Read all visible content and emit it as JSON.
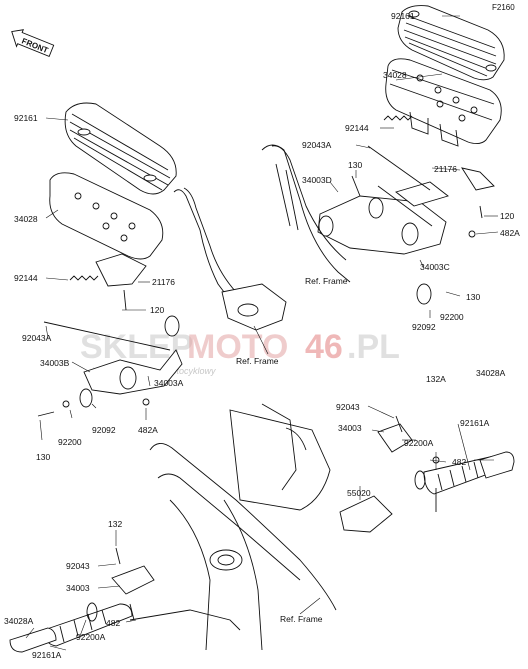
{
  "figure_code": "F2160",
  "front_label": "FRONT",
  "watermark": {
    "brand_a": "SKLEP",
    "brand_b": "MOTO",
    "brand_c": "46",
    "brand_d": ".PL",
    "tagline": "internetowy sklep motocyklowy"
  },
  "part_labels": [
    "92161",
    "34028",
    "92144",
    "92043A",
    "130",
    "34003D",
    "21176",
    "120",
    "482A",
    "34003C",
    "Ref. Frame",
    "130",
    "92200",
    "92092",
    "92161",
    "34028",
    "92144",
    "21176",
    "120",
    "92043A",
    "34003B",
    "34003A",
    "Ref. Frame",
    "92092",
    "482A",
    "92200",
    "130",
    "132A",
    "34028A",
    "92043",
    "34003",
    "92161A",
    "92200A",
    "482",
    "55020",
    "132",
    "92043",
    "34003",
    "482",
    "34028A",
    "92200A",
    "92161A",
    "Ref. Frame"
  ]
}
